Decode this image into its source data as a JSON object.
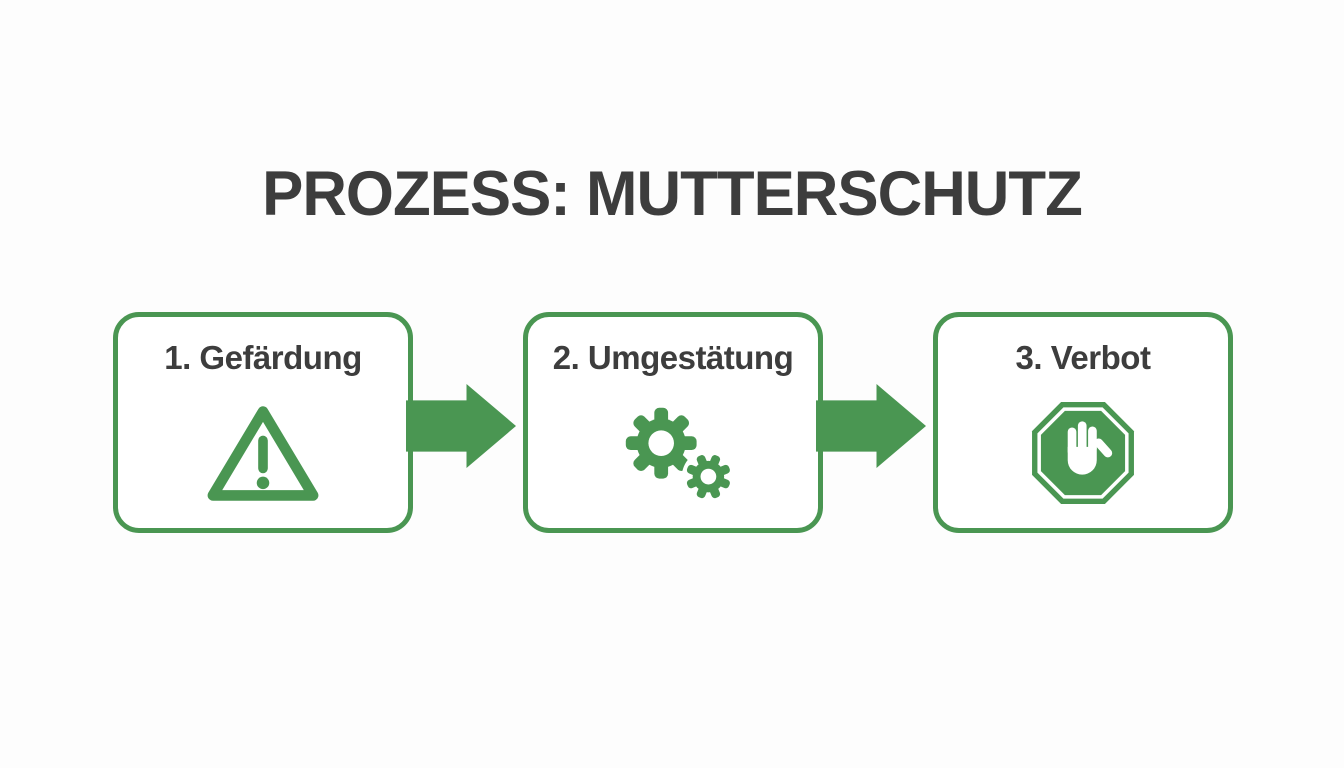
{
  "title": "PROZESS: MUTTERSCHUTZ",
  "colors": {
    "accent_green": "#4a9652",
    "text_dark": "#3d3d3d",
    "background": "#fdfdfd",
    "box_fill": "#ffffff"
  },
  "steps": [
    {
      "label": "1. Gefärdung",
      "icon": "warning-triangle-icon"
    },
    {
      "label": "2. Umgestätung",
      "icon": "gears-icon"
    },
    {
      "label": "3. Verbot",
      "icon": "stop-hand-icon"
    }
  ],
  "connectors": [
    {
      "icon": "arrow-right-icon"
    },
    {
      "icon": "arrow-right-icon"
    }
  ]
}
